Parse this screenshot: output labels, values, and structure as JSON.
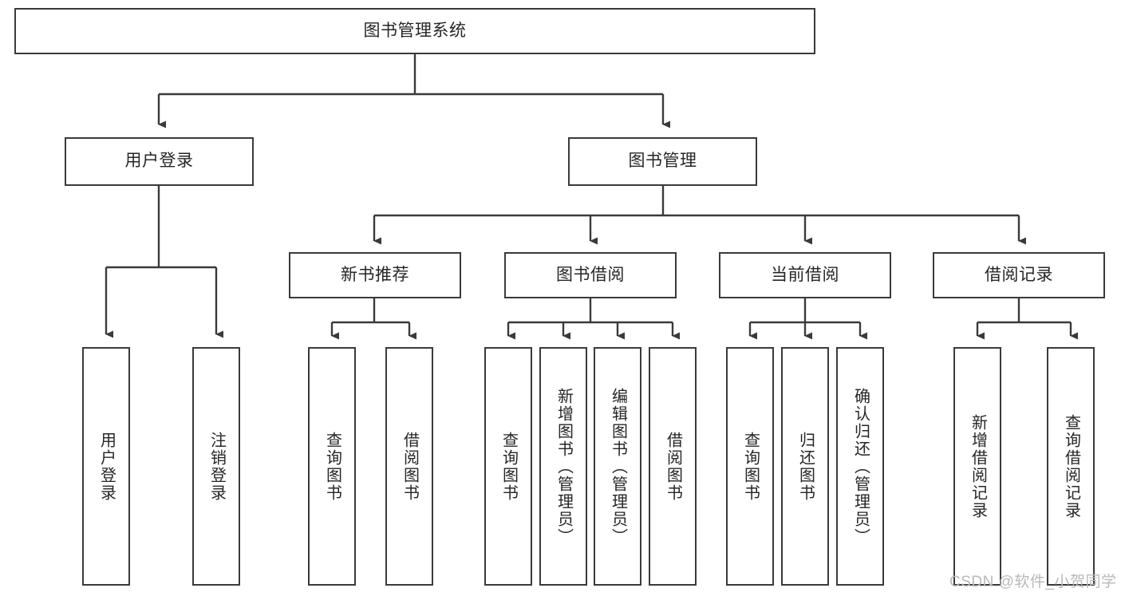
{
  "diagram": {
    "type": "tree-hierarchy-chart",
    "title": "图书管理系统",
    "colors": {
      "background": "#ffffff",
      "box_border": "#3a3a3a",
      "box_fill": "#ffffff",
      "text": "#262626",
      "connector": "#3a3a3a",
      "watermark": "#b9b9b9"
    },
    "root": {
      "label": "图书管理系统"
    },
    "level2": [
      {
        "label": "用户登录"
      },
      {
        "label": "图书管理"
      }
    ],
    "level3": [
      {
        "label": "新书推荐"
      },
      {
        "label": "图书借阅"
      },
      {
        "label": "当前借阅"
      },
      {
        "label": "借阅记录"
      }
    ],
    "leaves": {
      "user_login": [
        {
          "label": "用户登录"
        },
        {
          "label": "注销登录"
        }
      ],
      "new_book_recommend": [
        {
          "label": "查询图书"
        },
        {
          "label": "借阅图书"
        }
      ],
      "book_borrow": [
        {
          "label": "查询图书"
        },
        {
          "label": "新增图书（管理员）"
        },
        {
          "label": "编辑图书（管理员）"
        },
        {
          "label": "借阅图书"
        }
      ],
      "current_borrow": [
        {
          "label": "查询图书"
        },
        {
          "label": "归还图书"
        },
        {
          "label": "确认归还（管理员）"
        }
      ],
      "borrow_record": [
        {
          "label": "新增借阅记录"
        },
        {
          "label": "查询借阅记录"
        }
      ]
    }
  },
  "watermark": {
    "text": "CSDN @软件_小贺同学"
  }
}
